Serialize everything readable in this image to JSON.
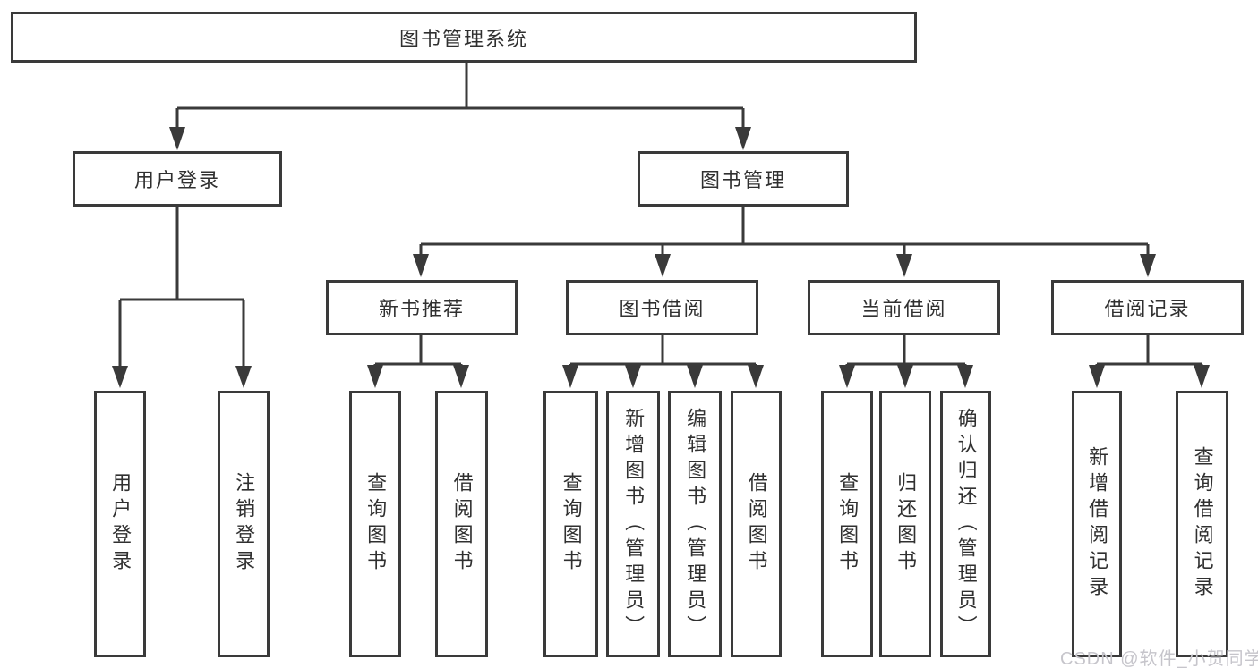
{
  "diagram": {
    "type": "hierarchy-tree",
    "title_node": "图书管理系统"
  },
  "colors": {
    "background": "#ffffff",
    "line": "#3a3a3a",
    "box_border": "#3a3a3a",
    "text": "#303030",
    "watermark": "#c6c5cb"
  },
  "nodes": {
    "root": "图书管理系统",
    "user_login": "用户登录",
    "book_management": "图书管理",
    "new_book_recommend": "新书推荐",
    "book_borrow": "图书借阅",
    "current_borrow": "当前借阅",
    "borrow_records": "借阅记录",
    "leaf_user_login": "用户登录",
    "leaf_logout": "注销登录",
    "leaf_query_books_recommend": "查询图书",
    "leaf_borrow_books_recommend": "借阅图书",
    "leaf_query_books_borrow": "查询图书",
    "leaf_add_books_admin": "新增图书（管理员）",
    "leaf_edit_books_admin": "编辑图书（管理员）",
    "leaf_borrow_books_borrow": "借阅图书",
    "leaf_query_books_current": "查询图书",
    "leaf_return_books": "归还图书",
    "leaf_confirm_return_admin": "确认归还（管理员）",
    "leaf_add_borrow_record": "新增借阅记录",
    "leaf_query_borrow_record": "查询借阅记录"
  },
  "watermark": {
    "text": "CSDN @软件_小贺同学"
  }
}
